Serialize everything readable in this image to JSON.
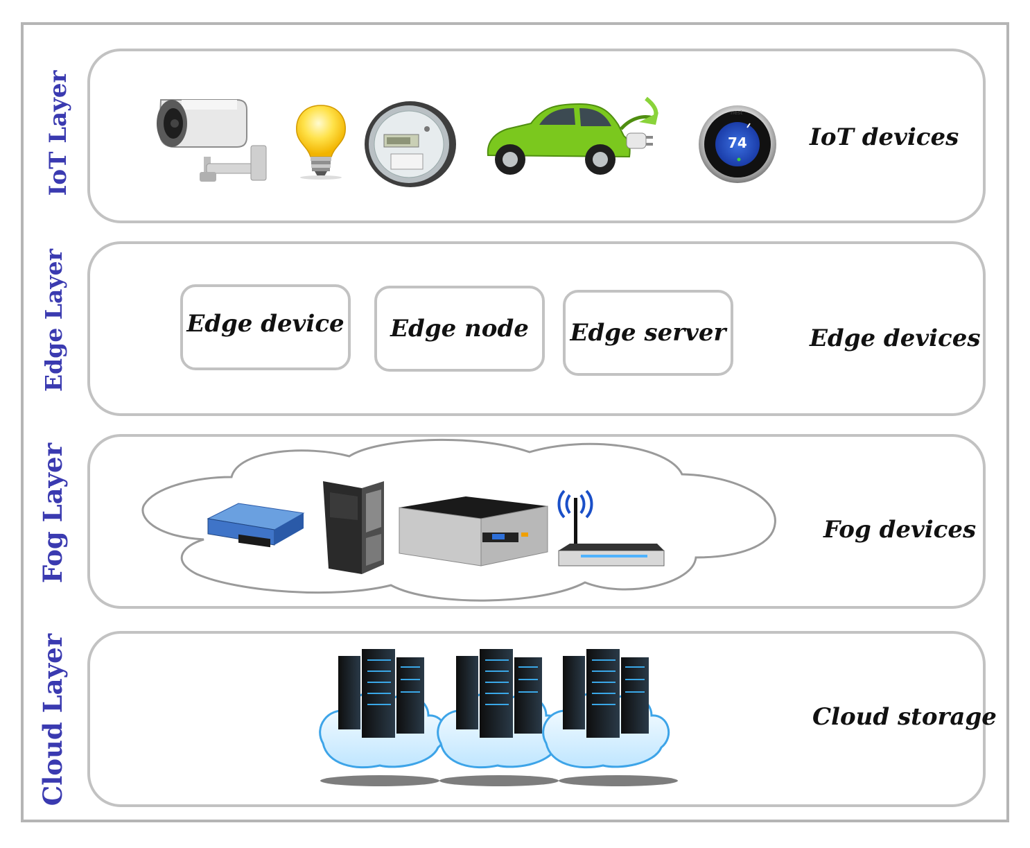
{
  "layers": {
    "iot": {
      "side_label": "IoT  Layer",
      "right_label": "IoT devices",
      "thermostat_reading": "74",
      "thermostat_brand": "nest"
    },
    "edge": {
      "side_label": "Edge Layer",
      "right_label": "Edge devices",
      "boxes": [
        "Edge device",
        "Edge node",
        "Edge server"
      ]
    },
    "fog": {
      "side_label": "Fog Layer",
      "right_label": "Fog devices"
    },
    "cloud": {
      "side_label": "Cloud Layer",
      "right_label": "Cloud storage"
    }
  },
  "colors": {
    "side_label": "#3a3ab0",
    "panel_border": "#c2c2c2",
    "frame_border": "#b5b5b5"
  }
}
